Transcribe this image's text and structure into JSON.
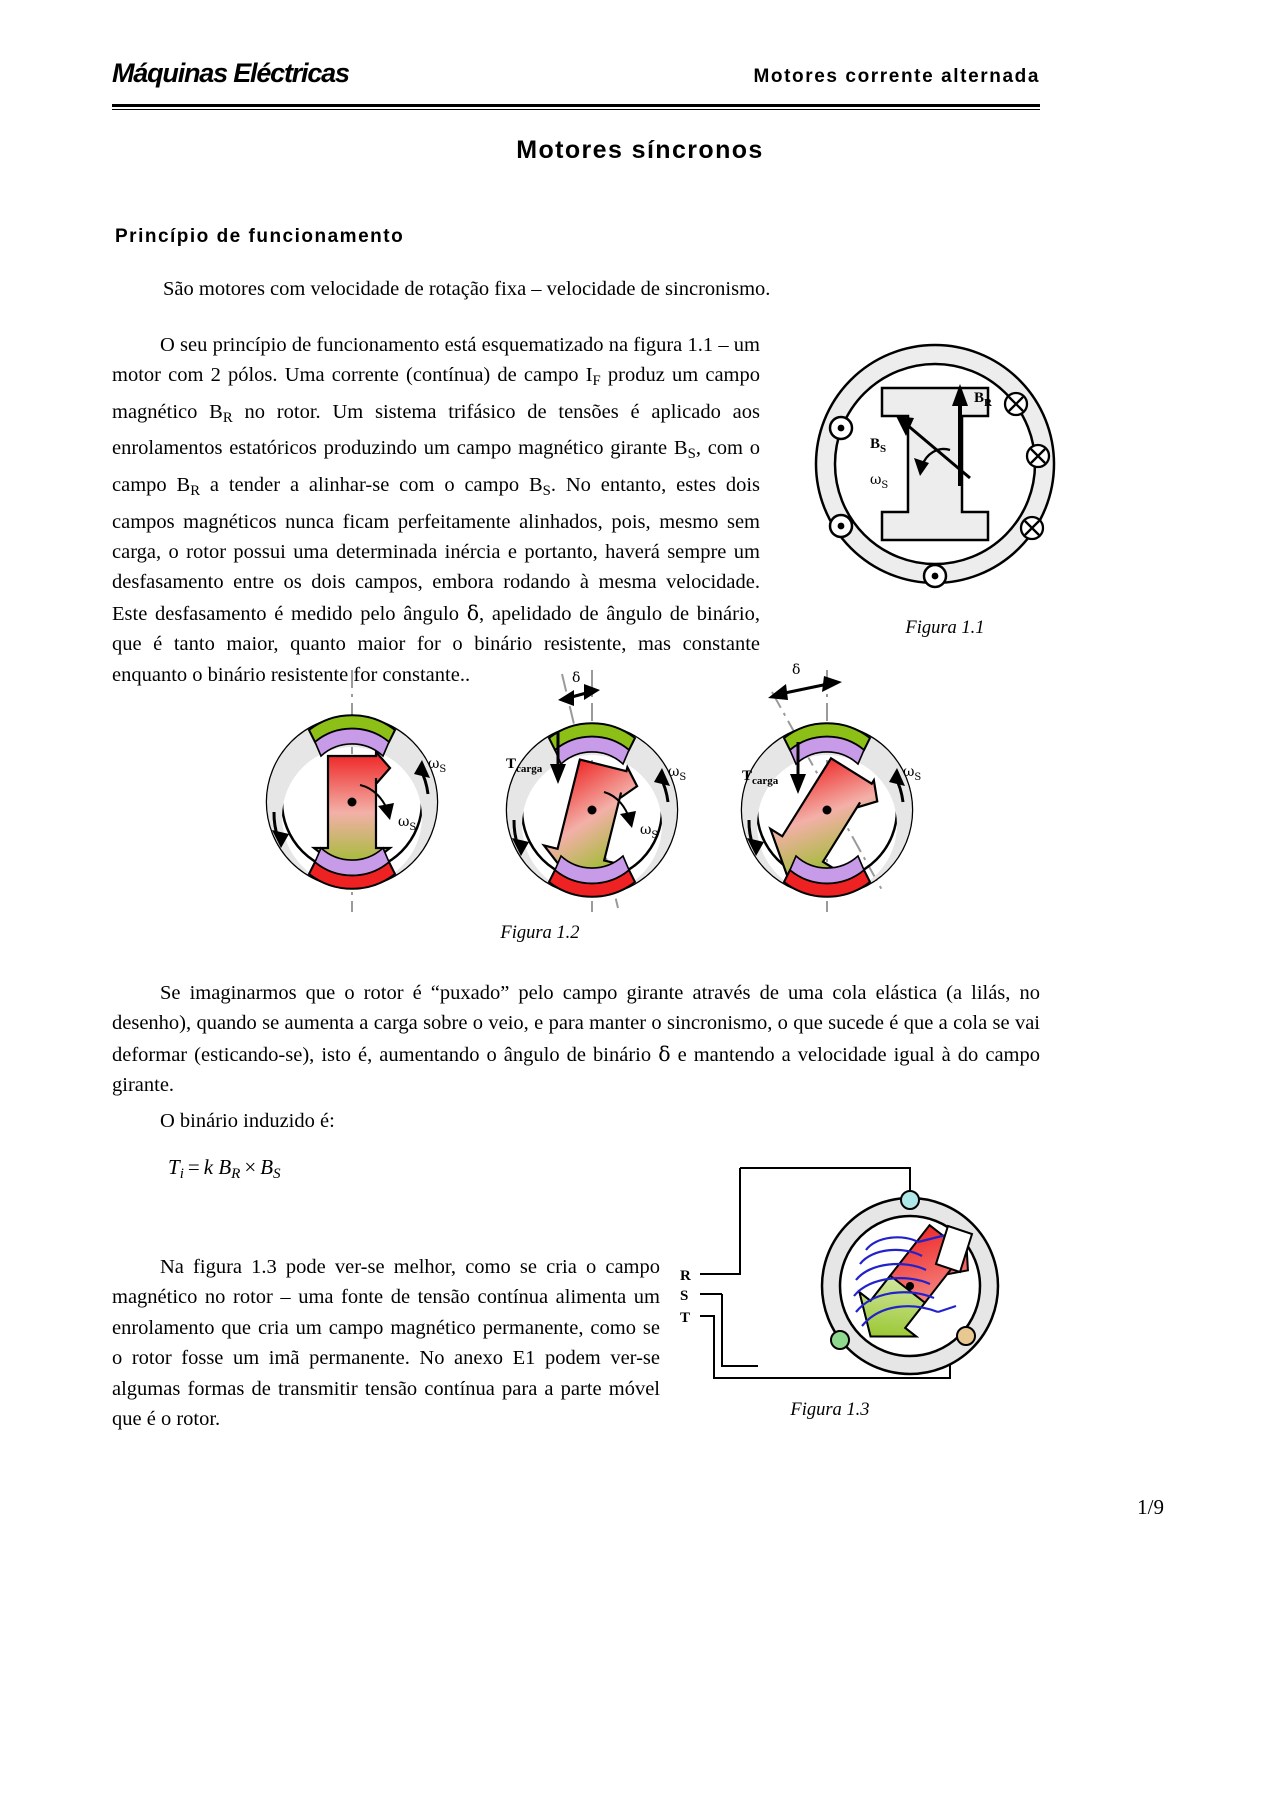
{
  "header": {
    "left_title": "Máquinas Eléctricas",
    "right_title": "Motores corrente alternada"
  },
  "doc_title": "Motores síncronos",
  "section_title": "Princípio de funcionamento",
  "paragraphs": {
    "p1": "São motores com velocidade de rotação fixa – velocidade de sincronismo.",
    "p2_a": "O seu princípio de funcionamento está esquematizado na figura 1.1 – um motor com 2 pólos. Uma corrente (contínua) de campo I",
    "p2_sub1": "F",
    "p2_b": " produz um campo magnético B",
    "p2_sub2": "R",
    "p2_c": " no rotor. Um sistema trifásico de tensões é aplicado aos enrolamentos estatóricos produzindo um campo magnético girante B",
    "p2_sub3": "S",
    "p2_d": ", com o campo B",
    "p2_sub4": "R",
    "p2_e": " a tender a alinhar-se com o campo B",
    "p2_sub5": "S",
    "p2_f": ". No entanto, estes dois campos magnéticos nunca ficam perfeitamente alinhados, pois, mesmo sem carga, o rotor possui uma determinada inércia e portanto, haverá sempre um desfasamento entre os dois campos, embora rodando à mesma velocidade. Este desfasamento é medido pelo ângulo ",
    "p2_delta": "δ",
    "p2_g": ", apelidado de ângulo de binário, que é tanto maior, quanto maior for o binário resistente, mas constante enquanto o binário resistente for constante..",
    "p3_a": "Se imaginarmos que o rotor é “puxado” pelo campo girante através de uma cola elástica (a lilás, no desenho), quando se aumenta a carga  sobre o veio, e para manter o sincronismo, o que sucede é que a cola se vai deformar (esticando-se), isto é, aumentando o ângulo de binário ",
    "p3_delta": "δ",
    "p3_b": " e mantendo a velocidade igual à do campo girante.",
    "p4": "O binário induzido é:",
    "p5": "Na figura 1.3 pode ver-se melhor, como se cria o campo magnético no rotor  – uma fonte de tensão contínua alimenta um enrolamento que cria um campo magnético permanente, como se o rotor fosse um imã permanente. No anexo E1 podem ver-se algumas formas de transmitir tensão contínua para a parte móvel que é o rotor."
  },
  "formula": {
    "lhs": "T",
    "lhs_sub": "i",
    "eq": "=",
    "k": "k",
    "b_r": "B",
    "b_r_sub": "R",
    "times": "×",
    "b_s": "B",
    "b_s_sub": "S"
  },
  "figures": {
    "fig11": {
      "caption": "Figura 1.1",
      "labels": {
        "bs": "B",
        "bs_sub": "S",
        "br": "B",
        "br_sub": "R",
        "omega": "ω",
        "omega_sub": "S"
      },
      "stator_dots": [
        "dot",
        "dot",
        "dot"
      ],
      "stator_crosses": [
        "cross",
        "cross",
        "cross"
      ]
    },
    "fig12": {
      "caption": "Figura 1.2",
      "panels": [
        {
          "delta_label": "",
          "omega_outer": "ω",
          "omega_outer_sub": "S",
          "omega_inner": "ω",
          "omega_inner_sub": "S",
          "torque": ""
        },
        {
          "delta_label": "δ",
          "omega_outer": "ω",
          "omega_outer_sub": "S",
          "omega_inner": "ω",
          "omega_inner_sub": "S",
          "torque": "T",
          "torque_sub": "carga"
        },
        {
          "delta_label": "δ",
          "omega_outer": "ω",
          "omega_outer_sub": "S",
          "omega_inner": "",
          "omega_inner_sub": "",
          "torque": "T",
          "torque_sub": "carga"
        }
      ]
    },
    "fig13": {
      "caption": "Figura 1.3",
      "phase_labels": [
        "R",
        "S",
        "T"
      ]
    }
  },
  "page_number": "1/9",
  "colors": {
    "green": "#8CC017",
    "lilac": "#C89BE8",
    "red": "#EE2222",
    "stator_gray": "#E6E6E6",
    "blue_wire": "#2222CC",
    "terminal_cyan": "#AEE8E8",
    "terminal_green": "#8FD98F",
    "terminal_tan": "#E8C890",
    "axis_gray": "#9A9A9A"
  }
}
